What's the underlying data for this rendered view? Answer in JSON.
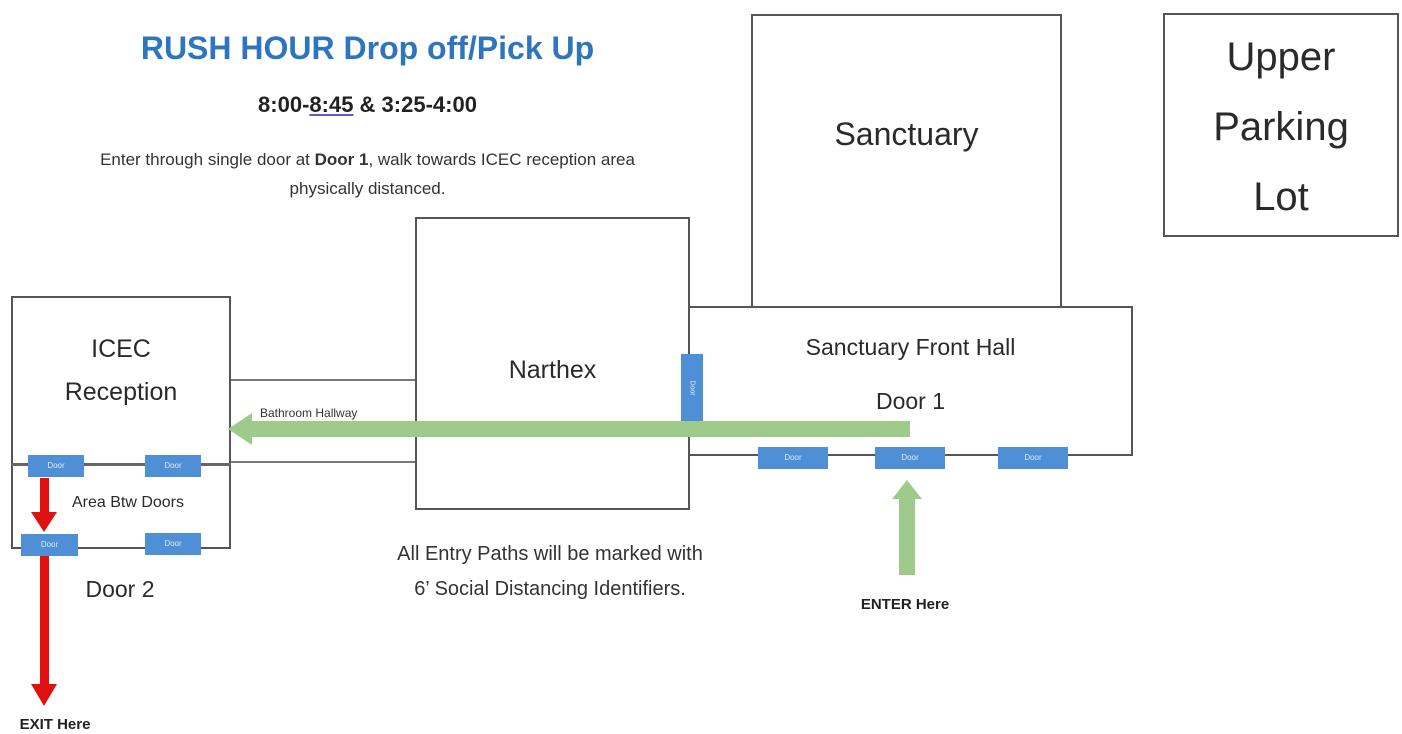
{
  "header": {
    "title": "RUSH HOUR Drop off/Pick Up",
    "times_part1": "8:00-",
    "times_part2": "8:45",
    "times_part3": " & 3:25-4:00",
    "instruction_prefix": "Enter through single door at ",
    "instruction_bold": "Door 1",
    "instruction_suffix": ", walk towards ICEC reception area physically distanced."
  },
  "rooms": {
    "sanctuary": "Sanctuary",
    "upper_parking": [
      "Upper",
      "Parking",
      "Lot"
    ],
    "narthex": "Narthex",
    "sanctuary_front_hall": "Sanctuary Front Hall",
    "door1": "Door 1",
    "icec": [
      "ICEC",
      "Reception"
    ],
    "area_btw_doors": "Area Btw Doors",
    "door2": "Door 2",
    "bathroom_hallway": "Bathroom Hallway"
  },
  "door_label": "Door",
  "notes": {
    "entry_paths_line1": "All Entry Paths will be marked with",
    "entry_paths_line2": "6’ Social Distancing Identifiers.",
    "enter_here": "ENTER Here",
    "exit_here": "EXIT Here"
  },
  "colors": {
    "title": "#2e75c0",
    "door": "#4f8fd6",
    "entry_arrow": "#9ecb8c",
    "exit_arrow": "#e11010"
  }
}
